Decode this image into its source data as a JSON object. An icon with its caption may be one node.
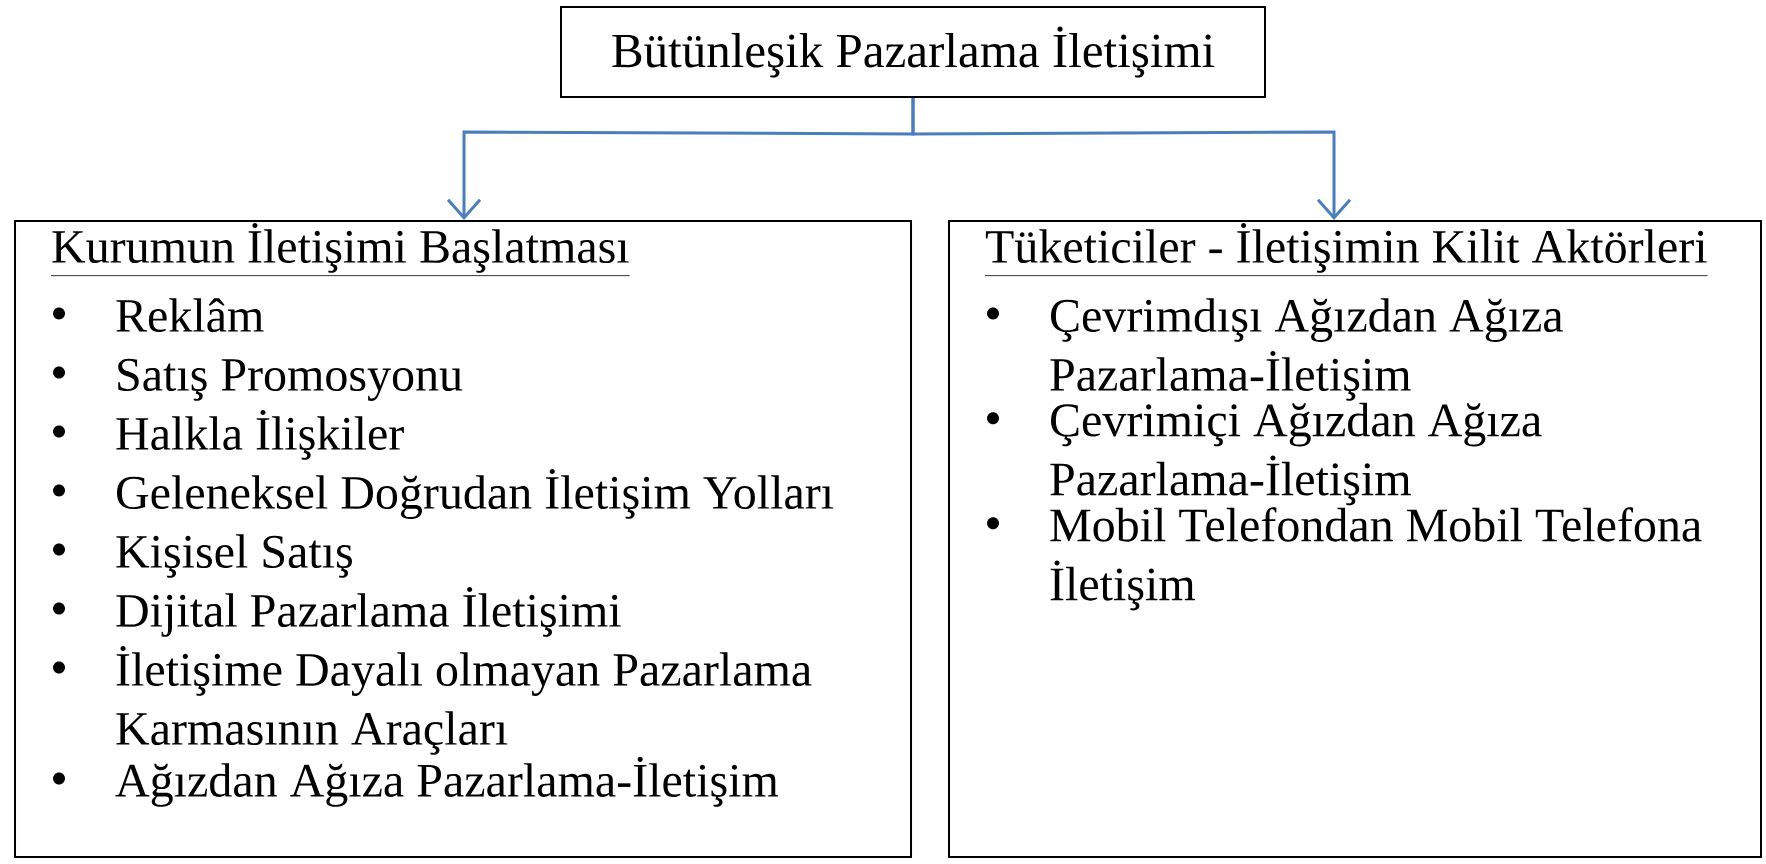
{
  "diagram": {
    "nodes": [
      {
        "text": [
          "Bütünleşik Pazarlama İletişimi"
        ]
      },
      {
        "text": [
          "Kurumun İletişimi Başlatması",
          "Reklâm",
          "Satış Promosyonu",
          "Halkla İlişkiler",
          "Geleneksel Doğrudan İletişim Yolları",
          "Kişisel Satış",
          "Dijital Pazarlama İletişimi",
          "İletişime Dayalı olmayan Pazarlama Karmasının Araçları",
          "Ağızdan Ağıza Pazarlama-İletişim"
        ]
      },
      {
        "text": [
          "Tüketiciler - İletişimin Kilit Aktörleri",
          "Çevrimdışı Ağızdan Ağıza Pazarlama-İletişim",
          "Çevrimiçi Ağızdan Ağıza Pazarlama-İletişim",
          "Mobil Telefondan Mobil Telefona İletişim"
        ]
      }
    ],
    "edges": [
      {
        "from": 0,
        "to": 1,
        "arrow": "to",
        "color": "#4a7ebb"
      },
      {
        "from": 0,
        "to": 2,
        "arrow": "to",
        "color": "#4a7ebb"
      }
    ]
  }
}
